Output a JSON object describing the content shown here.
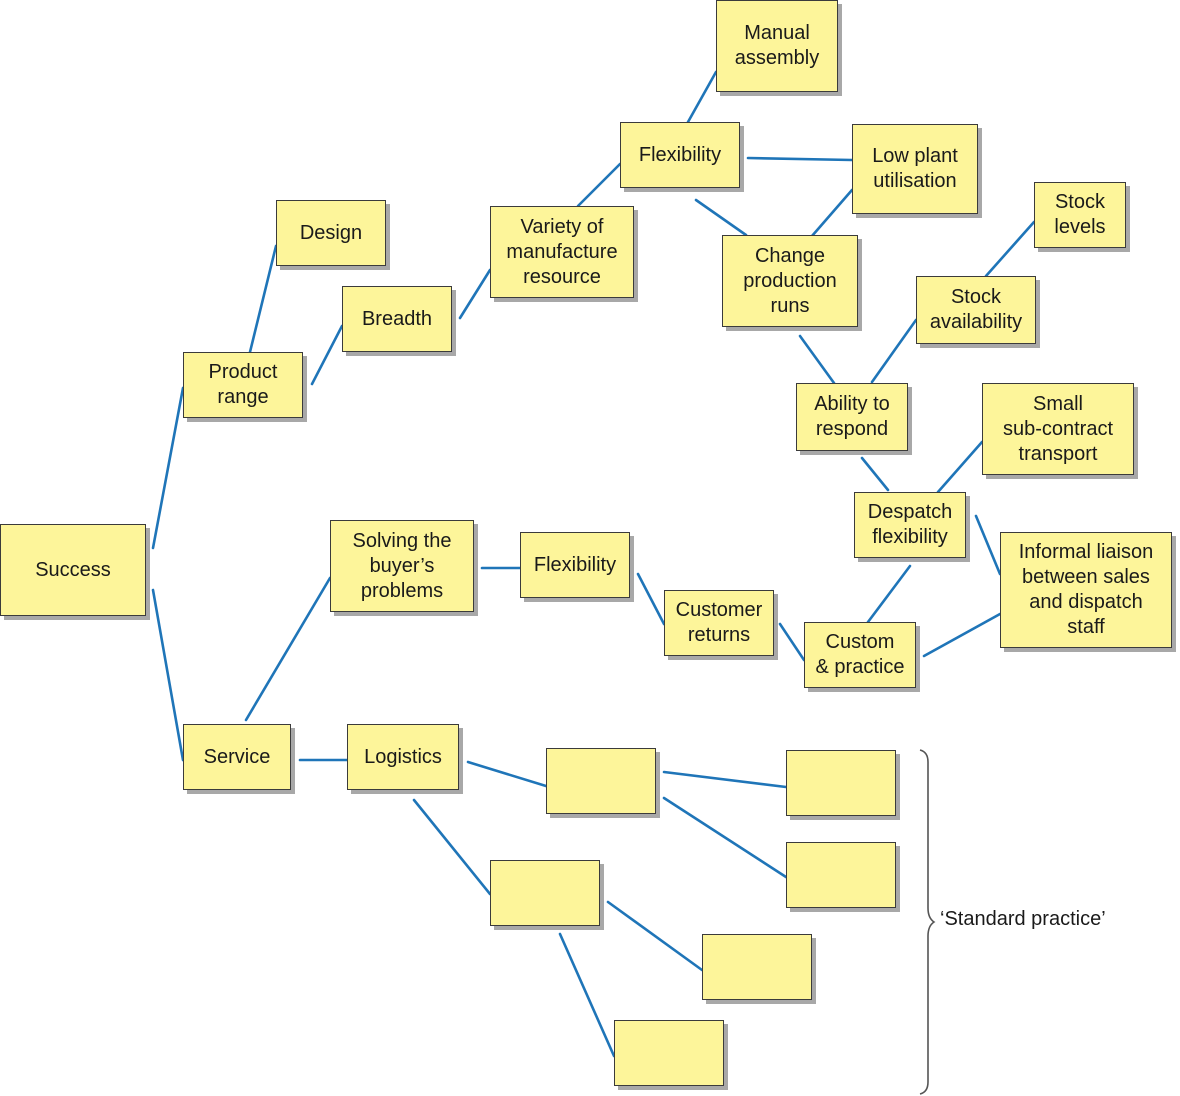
{
  "nodes": {
    "success": "Success",
    "product_range": "Product\nrange",
    "design": "Design",
    "breadth": "Breadth",
    "variety": "Variety of\nmanufacture\nresource",
    "flexibility_top": "Flexibility",
    "manual_assembly": "Manual\nassembly",
    "low_plant": "Low plant\nutilisation",
    "change_runs": "Change\nproduction\nruns",
    "stock_levels": "Stock\nlevels",
    "stock_availability": "Stock\navailability",
    "ability_respond": "Ability to\nrespond",
    "small_subcontract": "Small\nsub-contract\ntransport",
    "despatch_flex": "Despatch\nflexibility",
    "informal_liaison": "Informal liaison\nbetween sales\nand dispatch\nstaff",
    "solving": "Solving the\nbuyer’s\nproblems",
    "flexibility_mid": "Flexibility",
    "customer_returns": "Customer\nreturns",
    "custom_practice": "Custom\n& practice",
    "service": "Service",
    "logistics": "Logistics",
    "blank_1": "",
    "blank_2": "",
    "blank_3": "",
    "blank_4": "",
    "blank_5": "",
    "blank_6": ""
  },
  "bracket_label": "‘Standard practice’",
  "colors": {
    "box_fill": "#fdf59a",
    "connector": "#1f75b8",
    "shadow": "#a8a8a8"
  }
}
